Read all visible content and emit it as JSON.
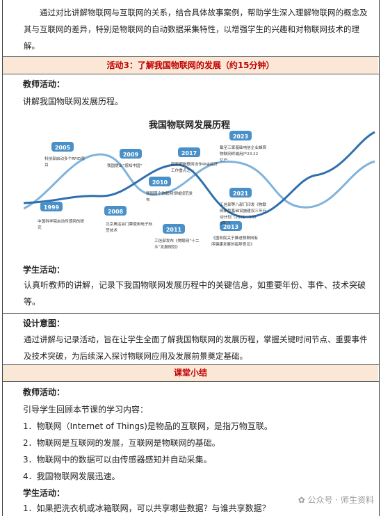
{
  "intro_paragraph": "通过对比讲解物联网与互联网的关系，结合具体故事案例，帮助学生深入理解物联网的概念及其与互联网的差异，特别是物联网的自动数据采集特性，以增强学生的兴趣和对物联网技术的理解。",
  "activity3_title": "活动3：了解我国物联网的发展（约15分钟）",
  "teacher_label": "教师活动：",
  "teacher_text": "讲解我国物联网发展历程。",
  "timeline": {
    "title": "我国物联网发展历程",
    "events": [
      {
        "year": "1999",
        "text": "中国科学院启动传感网的研究"
      },
      {
        "year": "2005",
        "text": "科技部启动多个RFID项目"
      },
      {
        "year": "2008",
        "text": "北京奥运会门票使用电子标签技术"
      },
      {
        "year": "2009",
        "text": "我国提出“感知中国”"
      },
      {
        "year": "2010",
        "text": "我国首个物联网领域规范发布"
      },
      {
        "year": "2011",
        "text": "工信部发布《物联网“十二五”发展规划》"
      },
      {
        "year": "2013",
        "text": "《国务院关于推进物联网有序健康发展的指导意见》"
      },
      {
        "year": "2017",
        "text": "国家把物联网当作中央经济工作重点之一"
      },
      {
        "year": "2021",
        "text": "工信部等八部门印发《物联网新型基础设施建设三年行动计划（2021—2023年）》"
      },
      {
        "year": "2023",
        "text": "截至三家基础电信企业蜂窝物联网终端用户23.22亿户"
      }
    ]
  },
  "student_label": "学生活动：",
  "student_text": "认真听教师的讲解，记录下我国物联网发展历程中的关键信息，如重要年份、事件、技术突破等。",
  "design_label": "设计意图：",
  "design_text": "通过讲解与记录活动，旨在让学生全面了解我国物联网的发展历程，掌握关键时间节点、重要事件及技术突破，为后续深入探讨物联网应用及发展前景奠定基础。",
  "summary_title": "课堂小结",
  "summary_teacher_label": "教师活动：",
  "summary_intro": "引导学生回顾本节课的学习内容：",
  "summary_points": [
    "1．物联网（Internet of Things)是物品的互联网，是指万物互联。",
    "2．物联网是互联网的发展，互联网是物联网的基础。",
    "3．物联网中的数据可以由传感器感知并自动采集。",
    "4．我国物联网发展迅速。"
  ],
  "summary_student_label": "学生活动：",
  "summary_question": "1．如果把洗衣机或冰箱联网，可以共享哪些数据？与谁共享数据？",
  "watermark": "公众号 · 师生资料",
  "colors": {
    "band": "#fbe7d6",
    "band_text": "#c00000",
    "badge": "#4a90c8",
    "curve": "#3a7fbf"
  }
}
